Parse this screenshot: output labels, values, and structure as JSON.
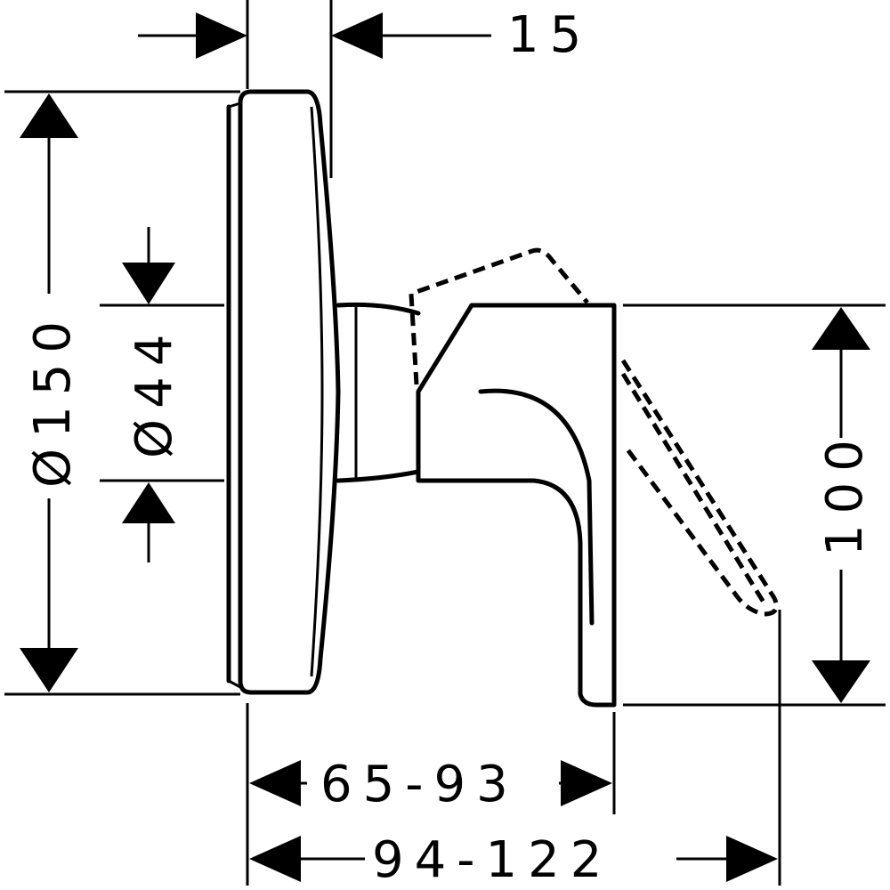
{
  "dimensions": {
    "top_depth": "15",
    "rosette_diameter": "Ø150",
    "body_diameter": "Ø44",
    "handle_height": "100",
    "projection_body": "65-93",
    "projection_total": "94-122"
  }
}
